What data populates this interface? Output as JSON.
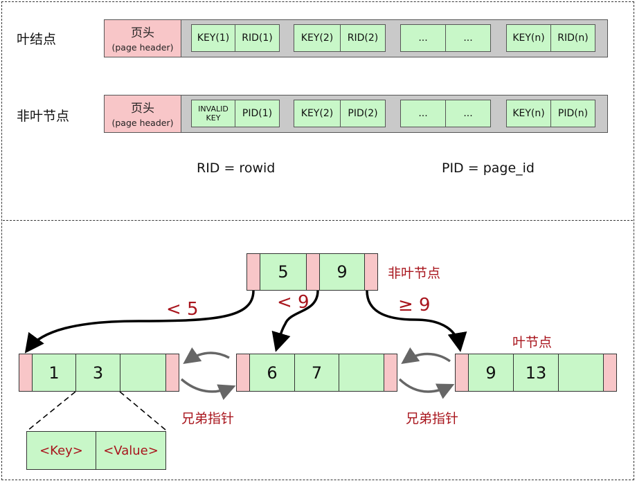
{
  "top": {
    "leaf_label": "叶结点",
    "nonleaf_label": "非叶节点",
    "header_cn": "页头",
    "header_en": "(page header)",
    "leaf_cells": [
      "KEY(1)",
      "RID(1)",
      "KEY(2)",
      "RID(2)",
      "...",
      "...",
      "KEY(n)",
      "RID(n)"
    ],
    "nonleaf_cells": [
      "INVALID KEY",
      "PID(1)",
      "KEY(2)",
      "PID(2)",
      "...",
      "...",
      "KEY(n)",
      "PID(n)"
    ],
    "rid_def": "RID = rowid",
    "pid_def": "PID = page_id"
  },
  "tree": {
    "root_keys": [
      "5",
      "9"
    ],
    "root_label": "非叶节点",
    "leaf_label": "叶节点",
    "edge_lt5": "< 5",
    "edge_lt9": "< 9",
    "edge_ge9": "≥ 9",
    "leaf1_keys": [
      "1",
      "3",
      ""
    ],
    "leaf2_keys": [
      "6",
      "7",
      ""
    ],
    "leaf3_keys": [
      "9",
      "13",
      ""
    ],
    "sibling_label_1": "兄弟指针",
    "sibling_label_2": "兄弟指针",
    "kv_key": "<Key>",
    "kv_value": "<Value>"
  }
}
